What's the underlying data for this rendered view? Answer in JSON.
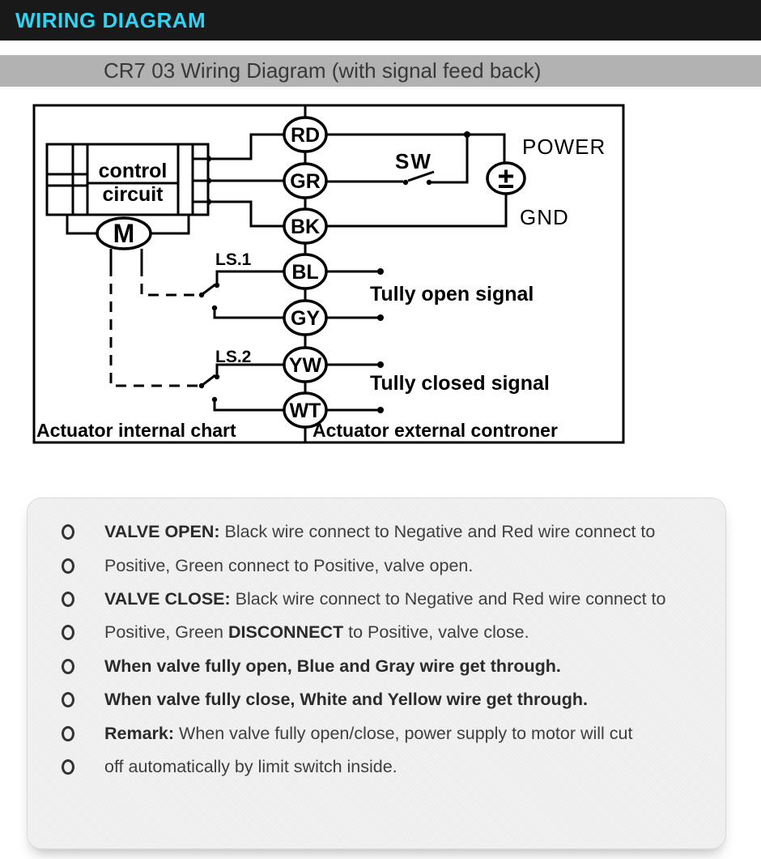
{
  "header": {
    "title": "WIRING DIAGRAM",
    "accent_color": "#32d2f2",
    "bar_color": "#191919"
  },
  "subheader": {
    "title": "CR7 03 Wiring Diagram (with signal feed back)",
    "bar_color": "#b2b2b2"
  },
  "diagram": {
    "wire_labels": [
      "RD",
      "GR",
      "BK",
      "BL",
      "GY",
      "YW",
      "WT"
    ],
    "control_box": {
      "line1": "control",
      "line2": "circuit"
    },
    "motor_label": "M",
    "switch_label": "SW",
    "power_label": "POWER",
    "gnd_label": "GND",
    "source_symbol": "±",
    "limit_switch_1": "LS.1",
    "limit_switch_2": "LS.2",
    "open_signal": "Tully open signal",
    "closed_signal": "Tully closed signal",
    "internal_label": "Actuator internal chart",
    "external_label": "Actuator external controner"
  },
  "notes": {
    "lines": [
      {
        "bold": "VALVE OPEN:",
        "rest": " Black wire connect to Negative and Red wire connect to"
      },
      {
        "rest": "Positive, Green connect to Positive, valve open."
      },
      {
        "bold": "VALVE CLOSE:",
        "rest": " Black wire connect to Negative and Red wire connect to"
      },
      {
        "pre": "Positive, Green ",
        "bold": "DISCONNECT",
        "rest": " to Positive, valve close."
      },
      {
        "bold": "When valve fully open, Blue and Gray wire get through."
      },
      {
        "bold": "When valve fully close, White and Yellow wire get through."
      },
      {
        "bold": "Remark:",
        "rest": " When valve fully open/close, power supply to motor will cut"
      },
      {
        "rest": "off automatically by limit switch inside."
      }
    ]
  }
}
